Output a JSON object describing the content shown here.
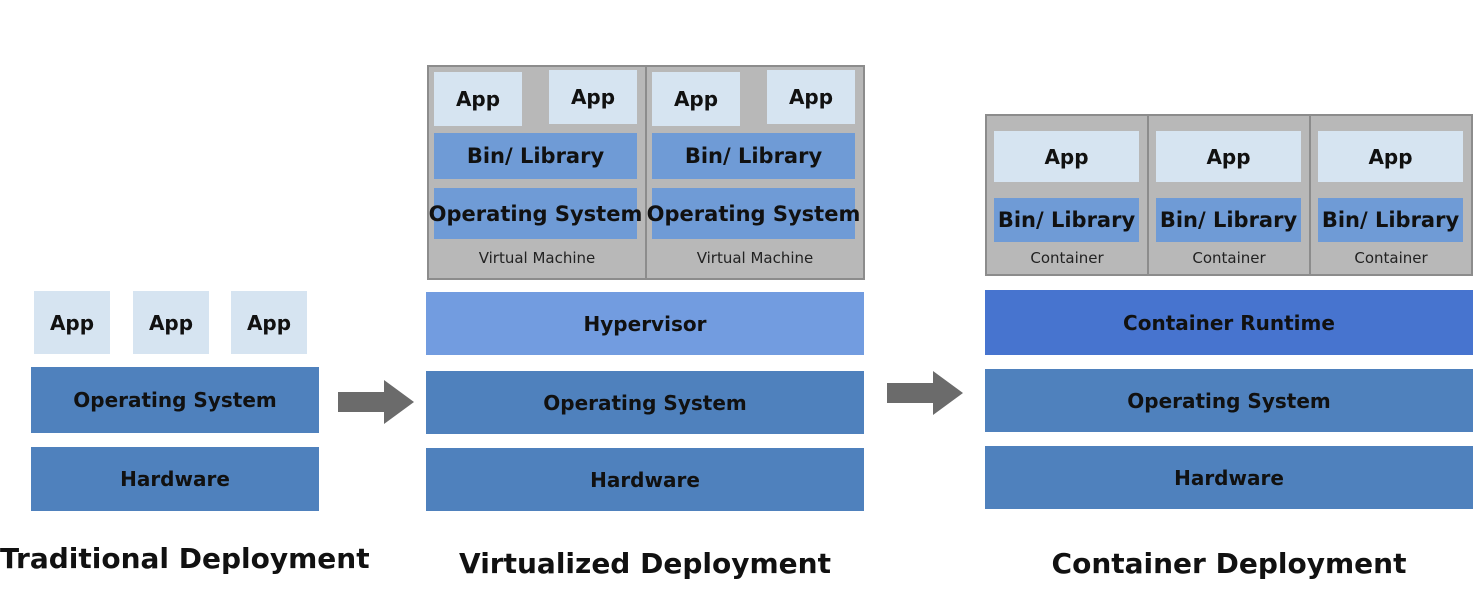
{
  "traditional": {
    "title": "Traditional Deployment",
    "apps": [
      "App",
      "App",
      "App"
    ],
    "os": "Operating System",
    "hardware": "Hardware"
  },
  "virtualized": {
    "title": "Virtualized Deployment",
    "vms": [
      {
        "apps": [
          "App",
          "App"
        ],
        "bin": "Bin/ Library",
        "os": "Operating System",
        "label": "Virtual Machine"
      },
      {
        "apps": [
          "App",
          "App"
        ],
        "bin": "Bin/ Library",
        "os": "Operating System",
        "label": "Virtual Machine"
      }
    ],
    "hypervisor": "Hypervisor",
    "os": "Operating System",
    "hardware": "Hardware"
  },
  "container": {
    "title": "Container Deployment",
    "containers": [
      {
        "app": "App",
        "bin": "Bin/ Library",
        "label": "Container"
      },
      {
        "app": "App",
        "bin": "Bin/ Library",
        "label": "Container"
      },
      {
        "app": "App",
        "bin": "Bin/ Library",
        "label": "Container"
      }
    ],
    "runtime": "Container Runtime",
    "os": "Operating System",
    "hardware": "Hardware"
  },
  "colors": {
    "app": "#d6e4f1",
    "bin_library": "#6f9bd6",
    "operating_system": "#4f81bd",
    "hardware": "#4f81bd",
    "hypervisor": "#729ce0",
    "container_runtime": "#4774cf",
    "panel": "#b8b8b8",
    "arrow": "#6b6b6b"
  }
}
